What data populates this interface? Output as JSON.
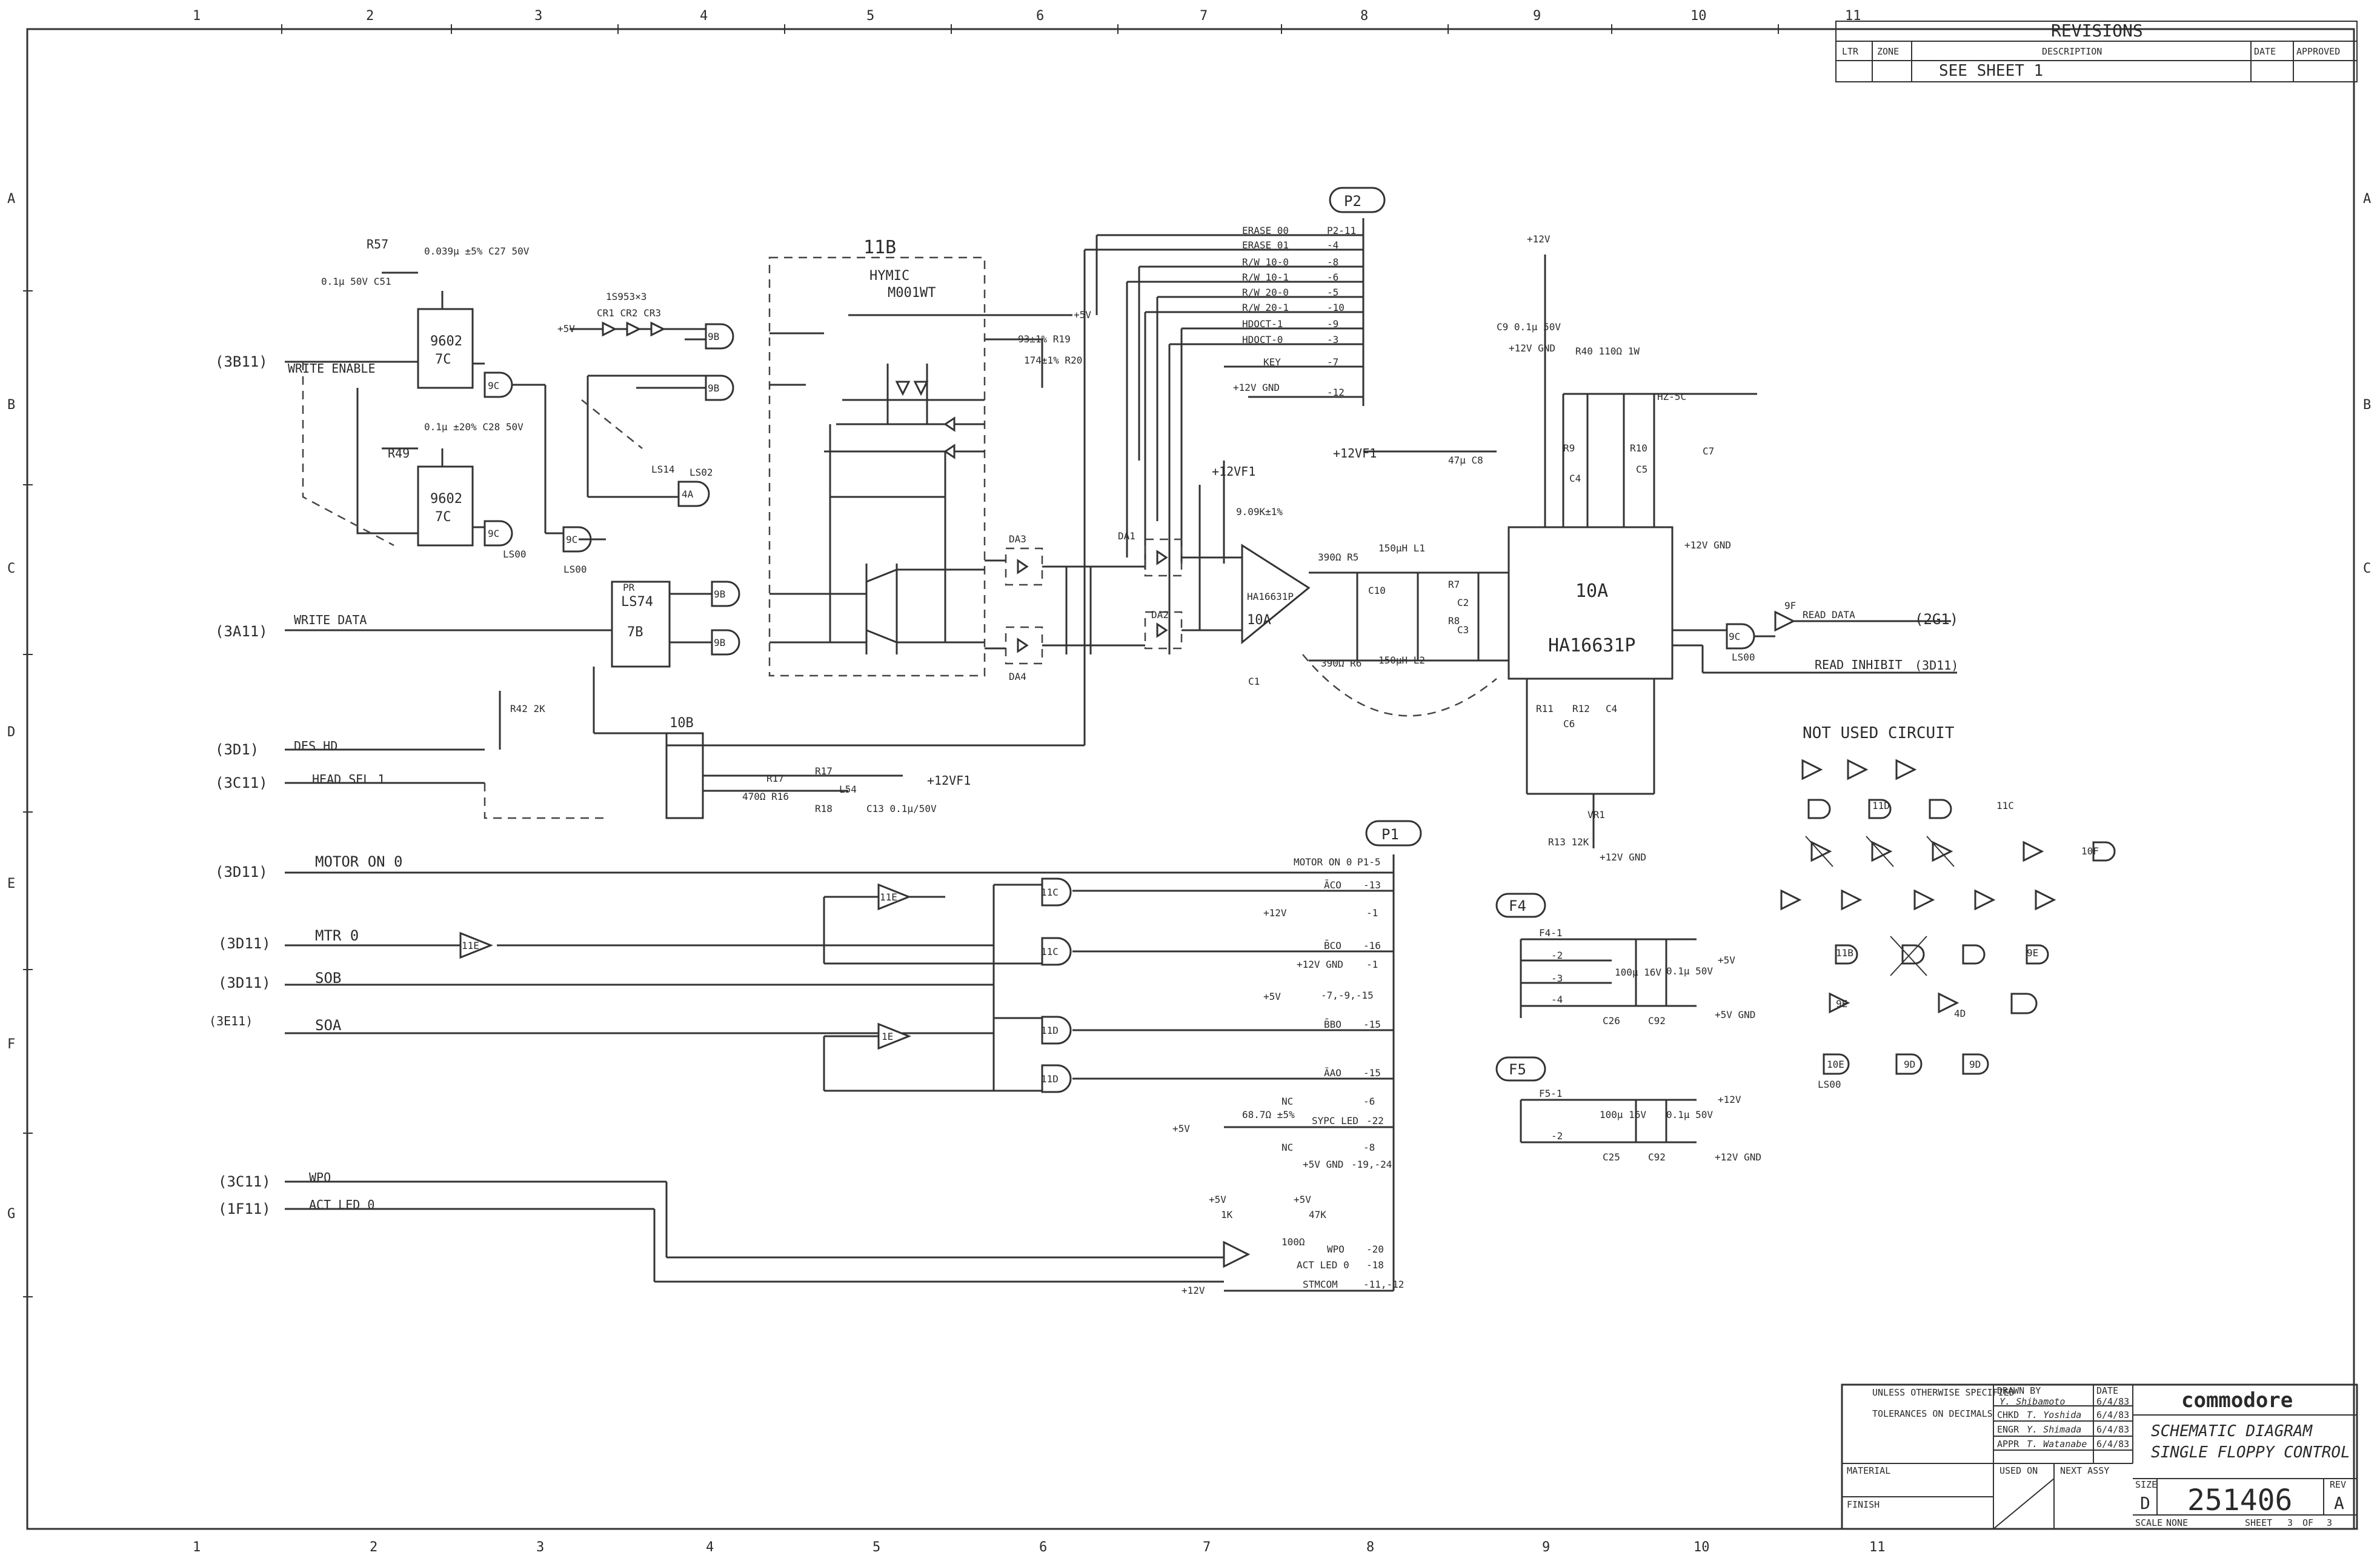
{
  "zones": {
    "columns": [
      "1",
      "2",
      "3",
      "4",
      "5",
      "6",
      "7",
      "8",
      "9",
      "10",
      "11"
    ],
    "rows": [
      "A",
      "B",
      "C",
      "D",
      "E",
      "F",
      "G"
    ]
  },
  "revisions": {
    "title": "REVISIONS",
    "col_ltr": "LTR",
    "col_zone": "ZONE",
    "col_description": "DESCRIPTION",
    "col_date": "DATE",
    "col_approved": "APPROVED",
    "entry": "SEE SHEET 1"
  },
  "connectors": {
    "p2": "P2",
    "p1": "P1",
    "f4": "F4",
    "f5": "F5"
  },
  "inputs": {
    "write_enable_ref": "(3B11)",
    "write_enable": "WRITE ENABLE",
    "write_data_ref": "(3A11)",
    "write_data": "WRITE DATA",
    "des_hd_ref": "(3D1)",
    "des_hd": "DES HD",
    "head_sel_ref": "(3C11)",
    "head_sel": "HEAD SEL 1",
    "motor_ref": "(3D11)",
    "motor": "MOTOR ON 0",
    "mtr_ref": "(3D11)",
    "mtr": "MTR 0",
    "sob_ref": "(3D11)",
    "sob": "SOB",
    "soa_ref": "(3E11)",
    "soa": "SOA",
    "wpo_ref": "(3C11)",
    "wpo": "WPO",
    "act_ref": "(1F11)",
    "act": "ACT LED 0"
  },
  "p2_pins": [
    {
      "label": "ERASE 00",
      "pin": "P2-11"
    },
    {
      "label": "ERASE 01",
      "pin": "-4"
    },
    {
      "label": "R/W 10-0",
      "pin": "-8"
    },
    {
      "label": "R/W 10-1",
      "pin": "-6"
    },
    {
      "label": "R/W 20-0",
      "pin": "-5"
    },
    {
      "label": "R/W 20-1",
      "pin": "-10"
    },
    {
      "label": "HDOCT-1",
      "pin": "-9"
    },
    {
      "label": "HDOCT-0",
      "pin": "-3"
    },
    {
      "label": "KEY",
      "pin": "-7"
    },
    {
      "label": "+12V GND",
      "pin": "-12"
    }
  ],
  "p1_pins": [
    {
      "label": "MOTOR ON 0",
      "pin": "P1-5"
    },
    {
      "label": "ĀCO",
      "pin": "-13"
    },
    {
      "label": "+12V",
      "pin": "-1"
    },
    {
      "label": "B̄CO",
      "pin": "-16"
    },
    {
      "label": "+12V GND",
      "pin": "-1"
    },
    {
      "label": "+5V",
      "pin": "-7,-9,-15"
    },
    {
      "label": "B̄BO",
      "pin": "-15"
    },
    {
      "label": "ĀAO",
      "pin": "-15"
    },
    {
      "label": "NC",
      "pin": "-6"
    },
    {
      "label": "SYPC LED",
      "pin": "-22"
    },
    {
      "label": "NC",
      "pin": "-8"
    },
    {
      "label": "+5V GND",
      "pin": "-19,-24"
    },
    {
      "label": "WPO",
      "pin": "-20"
    },
    {
      "label": "ACT LED 0",
      "pin": "-18"
    },
    {
      "label": "STMCOM",
      "pin": "-11,-12"
    }
  ],
  "chips": {
    "u9602a": {
      "part": "9602",
      "ref": "7C"
    },
    "u9602b": {
      "part": "9602",
      "ref": "7C"
    },
    "u7b": {
      "part": "LS74",
      "ref": "7B"
    },
    "u10b": {
      "ref": "10B"
    },
    "hybrid": {
      "ref": "11B",
      "maker": "HYMIC",
      "part": "M001WT"
    },
    "u10a_amp": {
      "part": "HA16631P",
      "ref": "10A"
    },
    "u10a": {
      "ref": "10A",
      "part": "HA16631P"
    }
  },
  "gates": {
    "g9b": "9B",
    "g9c": "9C",
    "g4a": "4A",
    "g11c": "11C",
    "g11d": "11D",
    "g11e": "11E",
    "g1e": "1E",
    "g9f": "9F",
    "g9e": "9E"
  },
  "labels": {
    "r57": "R57",
    "r49": "R49",
    "c27": "0.039µ ±5% C27 50V",
    "c28": "0.1µ ±20% C28 50V",
    "c51": "0.1µ 50V C51",
    "cr_diodes": "1S953×3",
    "cr_list": "CR1 CR2 CR3",
    "r19": "93±1% R19",
    "r20": "174±1% R20",
    "da1": "DA1",
    "da2": "DA2",
    "da3": "DA3",
    "da4": "DA4",
    "r42": "R42 2K",
    "r16": "470Ω R16",
    "r17": "R17",
    "r18": "R18",
    "l54": "L54",
    "c13": "C13 0.1µ/50V",
    "r40": "R40 110Ω 1W",
    "c9": "C9 0.1µ 50V",
    "c8": "47µ C8",
    "c5": "C5",
    "c7": "C7",
    "vr1": "VR1",
    "l1": "150µH L1",
    "l2": "150µH L2",
    "c1": "C1",
    "r5": "390Ω R5",
    "r6": "390Ω R6",
    "r13": "R13 12K",
    "c2": "C2",
    "c3": "C3",
    "r7": "R7",
    "r8": "R8",
    "c10": "C10",
    "r9": "R9",
    "r10": "R10",
    "c4": "C4",
    "c6": "C6",
    "r11": "R11",
    "r12": "R12",
    "c25": "C25",
    "c26": "C26",
    "c92": "C92",
    "hz": "HZ-5C",
    "res_909": "9.09K±1%",
    "p12vf1": "+12VF1",
    "read_data": "READ DATA",
    "read_data_ref": "(2G1)",
    "read_inhibit": "READ INHIBIT",
    "read_inhibit_ref": "(3D11)",
    "v5": "+5V",
    "v12": "+12V",
    "gnd5": "+5V GND",
    "gnd12": "+12V GND",
    "f4_pins": [
      "F4-1",
      "-2",
      "-3",
      "-4"
    ],
    "f5_pins": [
      "F5-1",
      "-2"
    ],
    "c100u": "100µ 16V",
    "c01u": "0.1µ 50V",
    "not_used": "NOT USED CIRCUIT",
    "ls00": "LS00",
    "ls14": "LS14",
    "ls02": "LS02",
    "r68": "68.7Ω ±5%",
    "r_1k": "1K",
    "r_47k": "47K",
    "r_100": "100Ω"
  },
  "title_block": {
    "unless": "UNLESS OTHERWISE SPECIFIED",
    "tol": "TOLERANCES ON DECIMALS",
    "material": "MATERIAL",
    "finish": "FINISH",
    "drawn_by": "DRAWN BY",
    "drawn_name": "Y. Shibamoto",
    "drawn_date": "6/4/83",
    "chkd": "CHKD",
    "chkd_name": "T. Yoshida",
    "chkd_date": "6/4/83",
    "engr": "ENGR",
    "engr_name": "Y. Shimada",
    "engr_date": "6/4/83",
    "appr": "APPR",
    "appr_name": "T. Watanabe",
    "appr_date": "6/4/83",
    "date_col": "DATE",
    "used_on": "USED ON",
    "next_assy": "NEXT ASSY",
    "company": "commodore",
    "title1": "SCHEMATIC DIAGRAM",
    "title2": "SINGLE FLOPPY CONTROL",
    "size_lbl": "SIZE",
    "size": "D",
    "dwg_no": "251406",
    "rev_lbl": "REV",
    "rev": "A",
    "scale_lbl": "SCALE",
    "scale": "NONE",
    "sheet_lbl": "SHEET",
    "sheet": "3",
    "of": "OF",
    "of_total": "3"
  }
}
